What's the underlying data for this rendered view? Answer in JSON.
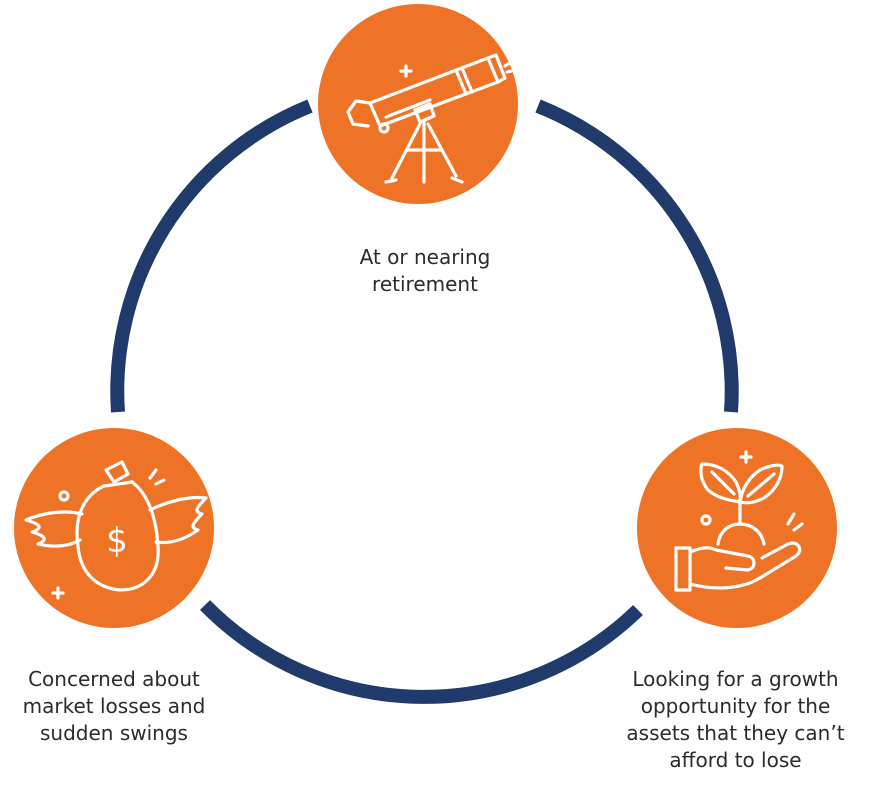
{
  "colors": {
    "circle": "#ee7326",
    "ring": "#1f3a6b",
    "icon": "#ffffff",
    "text": "#2b2b2b"
  },
  "nodes": [
    {
      "id": "top",
      "icon": "telescope-icon",
      "label_lines": [
        "At or nearing",
        "retirement"
      ]
    },
    {
      "id": "left",
      "icon": "winged-money-bag-icon",
      "icon_symbol": "$",
      "label_lines": [
        "Concerned about",
        "market losses and",
        "sudden swings"
      ]
    },
    {
      "id": "right",
      "icon": "hand-holding-sprout-icon",
      "label_lines": [
        "Looking for a growth",
        "opportunity for the",
        "assets that they can’t",
        "afford to lose"
      ]
    }
  ]
}
